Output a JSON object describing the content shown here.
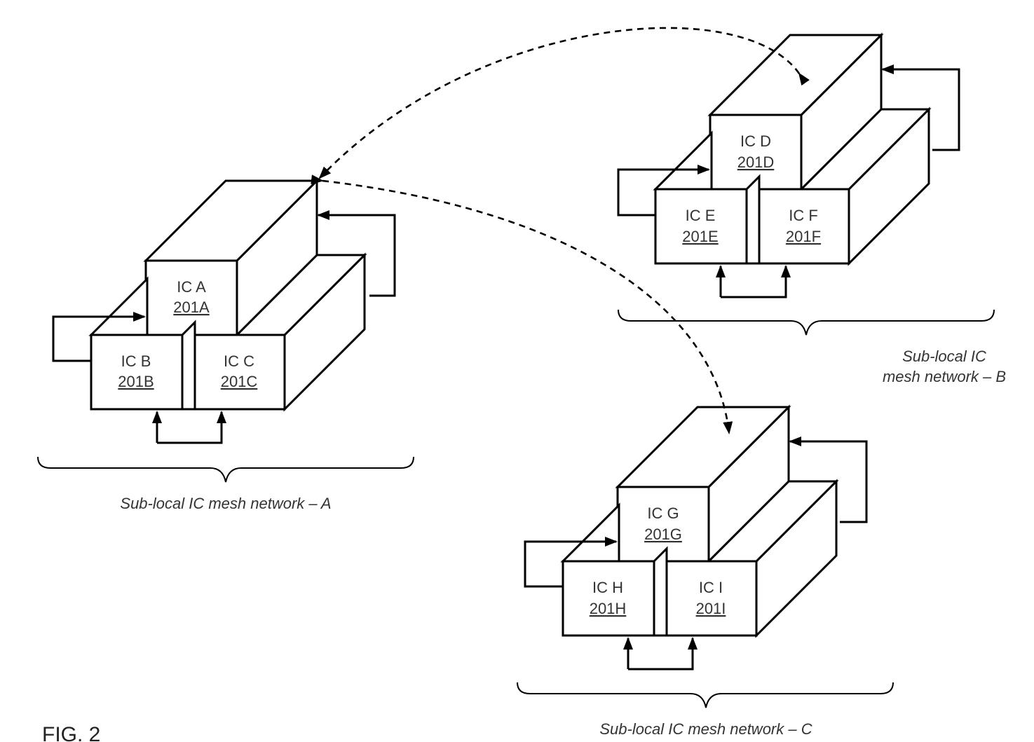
{
  "figure_label": "FIG. 2",
  "chips": {
    "A": {
      "name": "IC A",
      "ref": "201A"
    },
    "B": {
      "name": "IC B",
      "ref": "201B"
    },
    "C": {
      "name": "IC C",
      "ref": "201C"
    },
    "D": {
      "name": "IC D",
      "ref": "201D"
    },
    "E": {
      "name": "IC E",
      "ref": "201E"
    },
    "F": {
      "name": "IC F",
      "ref": "201F"
    },
    "G": {
      "name": "IC G",
      "ref": "201G"
    },
    "H": {
      "name": "IC H",
      "ref": "201H"
    },
    "I": {
      "name": "IC I",
      "ref": "201I"
    }
  },
  "networks": {
    "A": {
      "caption": "Sub-local IC mesh network – A"
    },
    "B": {
      "caption_line1": "Sub-local IC",
      "caption_line2": "mesh network – B"
    },
    "C": {
      "caption": "Sub-local IC mesh network – C"
    }
  }
}
